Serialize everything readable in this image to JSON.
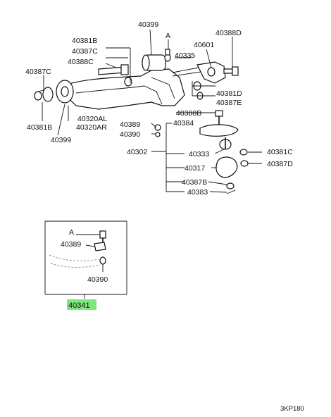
{
  "labels": {
    "p40399_top": "40399",
    "ref_a_top": "A",
    "p40388d": "40388D",
    "p40381b_top": "40381B",
    "p40601": "40601",
    "p40387c_top": "40387C",
    "p40335": "40335",
    "p40388c": "40388C",
    "p40387c_left": "40387C",
    "p40381d": "40381D",
    "p40387e": "40387E",
    "p40381b_left": "40381B",
    "p40320al": "40320AL",
    "p40320ar": "40320AR",
    "p40399_bottom": "40399",
    "p40388b": "40388B",
    "p40389_top": "40389",
    "p40384": "40384",
    "p40390_top": "40390",
    "p40302": "40302",
    "p40333": "40333",
    "p40381c": "40381C",
    "p40317": "40317",
    "p40387d": "40387D",
    "p40387b": "40387B",
    "p40383": "40383",
    "ref_a_inset": "A",
    "p40389_inset": "40389",
    "p40390_inset": "40390",
    "p40341": "40341",
    "diagram_code": "3KP180"
  },
  "colors": {
    "highlight": "#7de87d",
    "line": "#111111"
  }
}
